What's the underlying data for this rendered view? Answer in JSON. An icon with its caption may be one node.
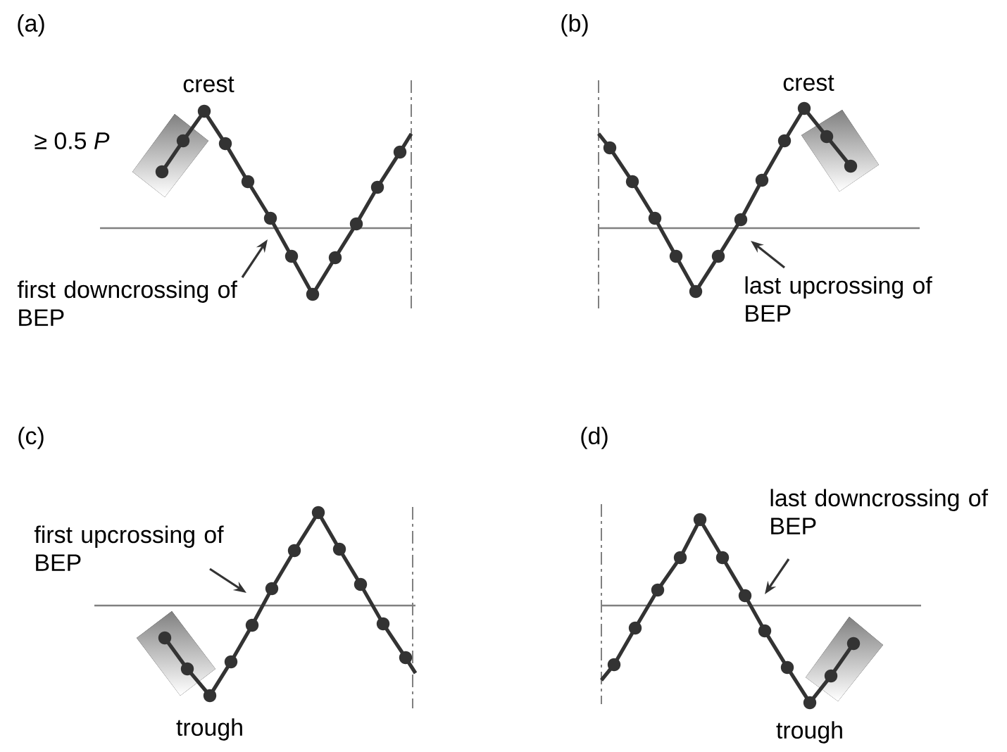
{
  "diagram": {
    "nodes": [
      {
        "text": [
          "first downcrossing of BEP"
        ]
      },
      {
        "text": [
          "last upcrossing of BEP"
        ]
      },
      {
        "text": [
          "first upcrossing of BEP"
        ]
      },
      {
        "text": [
          "last downcrossing of BEP"
        ]
      }
    ],
    "edges": [
      {
        "from": 0,
        "to": null,
        "arrow": "to"
      },
      {
        "from": 1,
        "to": null,
        "arrow": "to"
      },
      {
        "from": 2,
        "to": null,
        "arrow": "to"
      },
      {
        "from": 3,
        "to": null,
        "arrow": "to"
      }
    ],
    "labels": [
      "(a)",
      "(b)",
      "crest",
      "crest",
      "≥ 0.5 *P*",
      "(c)",
      "(d)",
      "trough",
      "trough"
    ]
  }
}
